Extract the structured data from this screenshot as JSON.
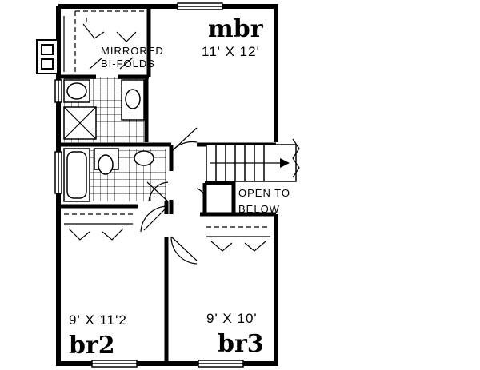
{
  "rooms": {
    "mbr": {
      "name": "mbr",
      "dims": "11' X 12'"
    },
    "br2": {
      "name": "br2",
      "dims": "9' X 11'2"
    },
    "br3": {
      "name": "br3",
      "dims": "9' X 10'"
    }
  },
  "notes": {
    "closet_line1": "MIRRORED",
    "closet_line2": "BI-FOLDS",
    "open_line1": "OPEN TO",
    "open_line2": "BELOW"
  },
  "colors": {
    "ink": "#000000",
    "paper": "#ffffff"
  }
}
